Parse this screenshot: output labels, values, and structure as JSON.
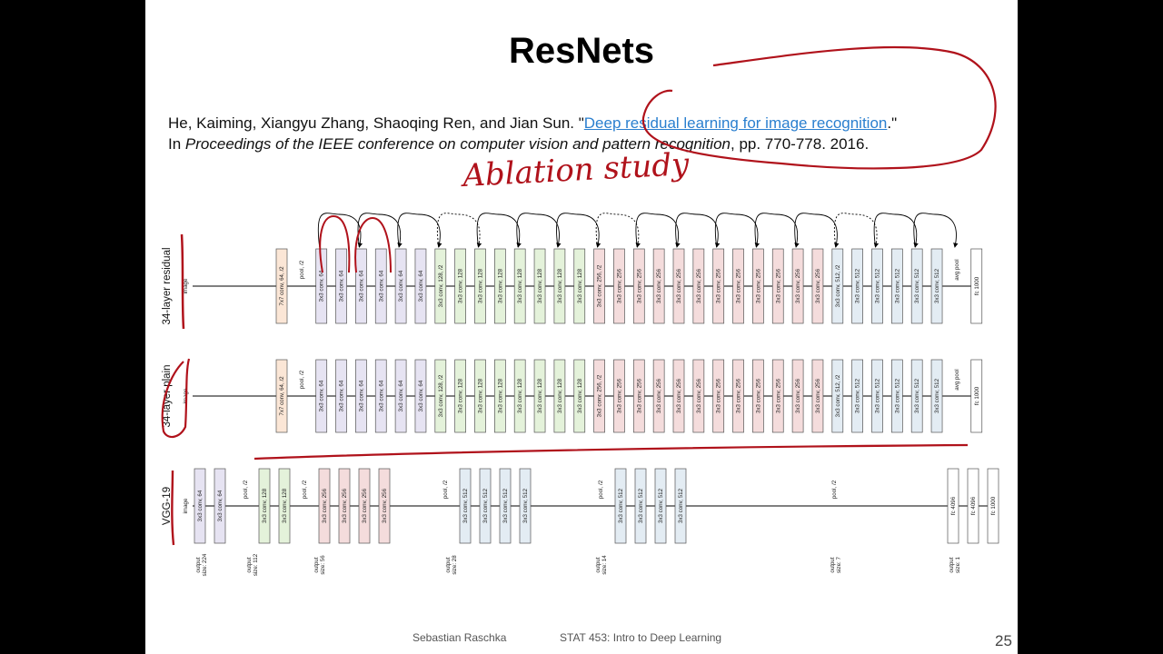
{
  "title": "ResNets",
  "citation": {
    "line1_prefix": "He, Kaiming, Xiangyu Zhang, Shaoqing Ren, and Jian Sun. \"",
    "link_text": "Deep residual learning for image recognition",
    "line1_suffix": ".\"",
    "line2_prefix": "In ",
    "venue": "Proceedings of the IEEE conference on computer vision and pattern recognition",
    "line2_suffix": ", pp. 770-778. 2016."
  },
  "annotation_text": "Ablation study",
  "rows": [
    {
      "name": "34-layer residual",
      "input_label": "image",
      "blocks": [
        "7x7 conv, 64, /2",
        "pool, /2",
        "3x3 conv, 64",
        "3x3 conv, 64",
        "3x3 conv, 64",
        "3x3 conv, 64",
        "3x3 conv, 64",
        "3x3 conv, 64",
        "3x3 conv, 128, /2",
        "3x3 conv, 128",
        "3x3 conv, 128",
        "3x3 conv, 128",
        "3x3 conv, 128",
        "3x3 conv, 128",
        "3x3 conv, 128",
        "3x3 conv, 128",
        "3x3 conv, 256, /2",
        "3x3 conv, 256",
        "3x3 conv, 256",
        "3x3 conv, 256",
        "3x3 conv, 256",
        "3x3 conv, 256",
        "3x3 conv, 256",
        "3x3 conv, 256",
        "3x3 conv, 256",
        "3x3 conv, 256",
        "3x3 conv, 256",
        "3x3 conv, 256",
        "3x3 conv, 512, /2",
        "3x3 conv, 512",
        "3x3 conv, 512",
        "3x3 conv, 512",
        "3x3 conv, 512",
        "3x3 conv, 512",
        "avg pool",
        "fc 1000"
      ]
    },
    {
      "name": "34-layer plain",
      "input_label": "image",
      "blocks": [
        "7x7 conv, 64, /2",
        "pool, /2",
        "3x3 conv, 64",
        "3x3 conv, 64",
        "3x3 conv, 64",
        "3x3 conv, 64",
        "3x3 conv, 64",
        "3x3 conv, 64",
        "3x3 conv, 128, /2",
        "3x3 conv, 128",
        "3x3 conv, 128",
        "3x3 conv, 128",
        "3x3 conv, 128",
        "3x3 conv, 128",
        "3x3 conv, 128",
        "3x3 conv, 128",
        "3x3 conv, 256, /2",
        "3x3 conv, 256",
        "3x3 conv, 256",
        "3x3 conv, 256",
        "3x3 conv, 256",
        "3x3 conv, 256",
        "3x3 conv, 256",
        "3x3 conv, 256",
        "3x3 conv, 256",
        "3x3 conv, 256",
        "3x3 conv, 256",
        "3x3 conv, 256",
        "3x3 conv, 512, /2",
        "3x3 conv, 512",
        "3x3 conv, 512",
        "3x3 conv, 512",
        "3x3 conv, 512",
        "3x3 conv, 512",
        "avg pool",
        "fc 1000"
      ]
    },
    {
      "name": "VGG-19",
      "input_label": "image",
      "blocks": [
        "3x3 conv, 64",
        "3x3 conv, 64",
        "pool, /2",
        "3x3 conv, 128",
        "3x3 conv, 128",
        "pool, /2",
        "3x3 conv, 256",
        "3x3 conv, 256",
        "3x3 conv, 256",
        "3x3 conv, 256",
        "pool, /2",
        "3x3 conv, 512",
        "3x3 conv, 512",
        "3x3 conv, 512",
        "3x3 conv, 512",
        "pool, /2",
        "3x3 conv, 512",
        "3x3 conv, 512",
        "3x3 conv, 512",
        "3x3 conv, 512",
        "pool, /2",
        "fc 4096",
        "fc 4096",
        "fc 1000"
      ],
      "output_sizes": [
        "output size: 224",
        "output size: 112",
        "output size: 56",
        "output size: 28",
        "output size: 14",
        "output size: 7",
        "output size: 1"
      ]
    }
  ],
  "colors": {
    "conv64": "#e6e3f2",
    "conv128": "#e4f2da",
    "conv256": "#f4dcdc",
    "conv512": "#e3ecf3",
    "conv7": "#fbe6d6",
    "fc": "#ffffff",
    "ink": "#b0121b",
    "link": "#2a7fcf"
  },
  "footer": {
    "author": "Sebastian Raschka",
    "course": "STAT 453: Intro to Deep Learning",
    "page": "25"
  }
}
